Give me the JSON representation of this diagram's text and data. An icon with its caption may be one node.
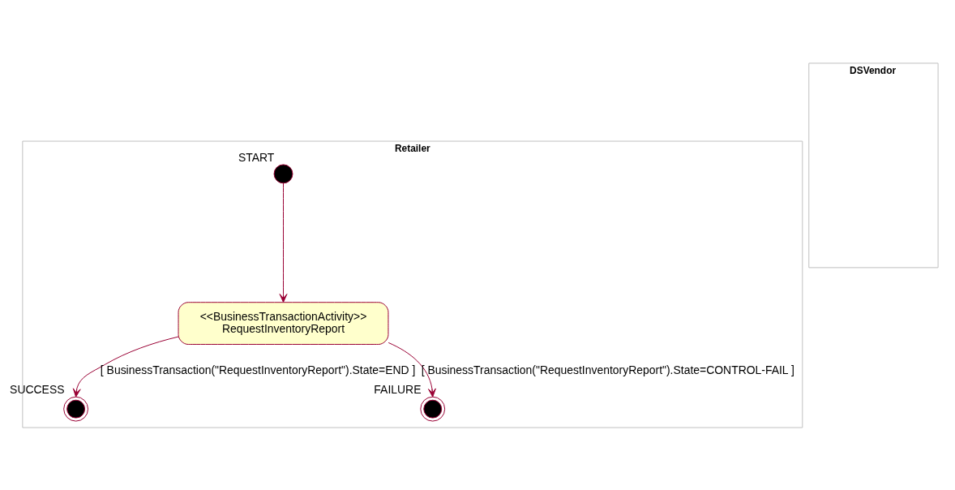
{
  "diagram": {
    "nodes": [
      {
        "text": [
          "Retailer"
        ]
      },
      {
        "text": [
          "DSVendor"
        ]
      },
      {
        "text": [],
        "shape": "circle",
        "in": 0,
        "beside": [
          "START"
        ]
      },
      {
        "text": [
          "<<BusinessTransactionActivity>>",
          "RequestInventoryReport"
        ],
        "in": 0
      },
      {
        "text": [],
        "shape": "bullseye",
        "in": 0,
        "beside": [
          "SUCCESS"
        ]
      },
      {
        "text": [],
        "shape": "bullseye",
        "in": 0,
        "beside": [
          "FAILURE"
        ]
      }
    ],
    "edges": [
      {
        "from": 2,
        "to": 3,
        "arrow": "to"
      },
      {
        "from": 3,
        "to": 4,
        "arrow": "to",
        "label": "[ BusinessTransaction(\"RequestInventoryReport\").State=END ]"
      },
      {
        "from": 3,
        "to": 5,
        "arrow": "to",
        "label": "[ BusinessTransaction(\"RequestInventoryReport\").State=CONTROL-FAIL ]"
      }
    ]
  }
}
